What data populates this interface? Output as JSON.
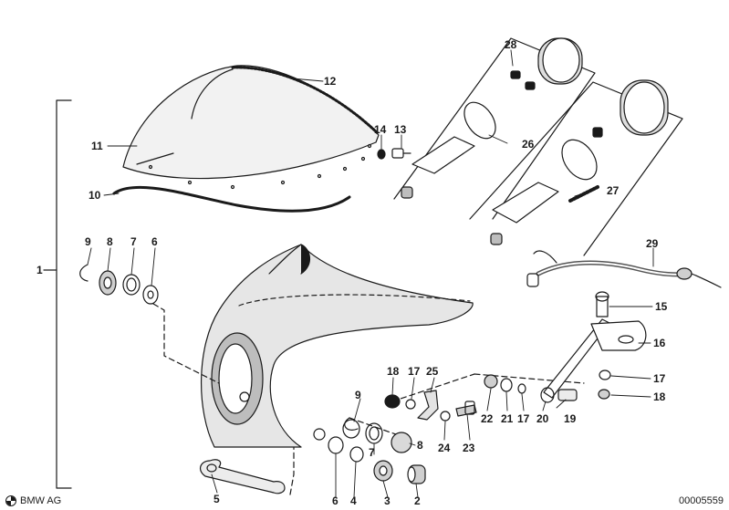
{
  "brand": {
    "name": "BMW AG"
  },
  "document": {
    "number": "00005559"
  },
  "callouts": [
    "1",
    "2",
    "3",
    "4",
    "5",
    "6",
    "7",
    "8",
    "9",
    "10",
    "11",
    "12",
    "13",
    "14",
    "15",
    "16",
    "17",
    "18",
    "19",
    "20",
    "21",
    "22",
    "23",
    "24",
    "25",
    "26",
    "27",
    "28",
    "29"
  ],
  "labels": {
    "1": "1",
    "2": "2",
    "3": "3",
    "4": "4",
    "5": "5",
    "6a": "6",
    "6b": "6",
    "7a": "7",
    "7b": "7",
    "8a": "8",
    "8b": "8",
    "9a": "9",
    "9b": "9",
    "10": "10",
    "11": "11",
    "12": "12",
    "13": "13",
    "14": "14",
    "15": "15",
    "16": "16",
    "17a": "17",
    "17b": "17",
    "17c": "17",
    "18a": "18",
    "18b": "18",
    "19": "19",
    "20": "20",
    "21": "21",
    "22": "22",
    "23": "23",
    "24": "24",
    "25": "25",
    "26": "26",
    "27": "27",
    "28": "28",
    "29": "29"
  }
}
